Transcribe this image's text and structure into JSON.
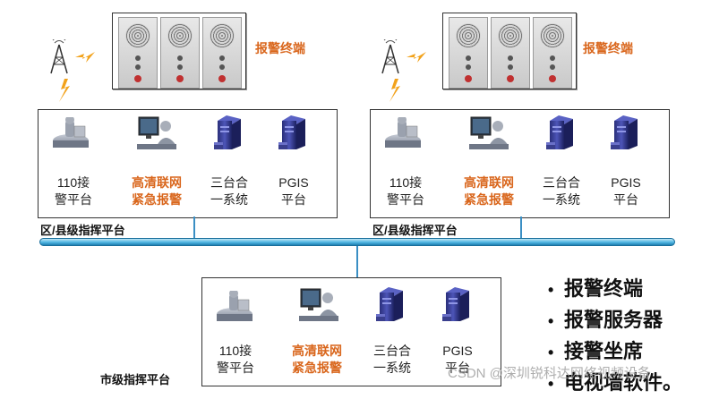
{
  "terminals": [
    {
      "label": "报警终端"
    },
    {
      "label": "报警终端"
    }
  ],
  "platforms": [
    {
      "title": "区/县级指挥平台",
      "items": [
        {
          "icon": "operator-desk-icon",
          "lines": [
            "110接",
            "警平台"
          ],
          "highlight": false
        },
        {
          "icon": "monitor-operator-icon",
          "lines": [
            "高清联网",
            "紧急报警"
          ],
          "highlight": true
        },
        {
          "icon": "server-tower-icon",
          "lines": [
            "三台合",
            "一系统"
          ],
          "highlight": false
        },
        {
          "icon": "server-tower-icon",
          "lines": [
            "PGIS",
            "平台"
          ],
          "highlight": false
        }
      ]
    },
    {
      "title": "区/县级指挥平台",
      "items": [
        {
          "icon": "operator-desk-icon",
          "lines": [
            "110接",
            "警平台"
          ],
          "highlight": false
        },
        {
          "icon": "monitor-operator-icon",
          "lines": [
            "高清联网",
            "紧急报警"
          ],
          "highlight": true
        },
        {
          "icon": "server-tower-icon",
          "lines": [
            "三台合",
            "一系统"
          ],
          "highlight": false
        },
        {
          "icon": "server-tower-icon",
          "lines": [
            "PGIS",
            "平台"
          ],
          "highlight": false
        }
      ]
    },
    {
      "title": "市级指挥平台",
      "items": [
        {
          "icon": "operator-desk-icon",
          "lines": [
            "110接",
            "警平台"
          ],
          "highlight": false
        },
        {
          "icon": "monitor-operator-icon",
          "lines": [
            "高清联网",
            "紧急报警"
          ],
          "highlight": true
        },
        {
          "icon": "server-tower-icon",
          "lines": [
            "三台合",
            "一系统"
          ],
          "highlight": false
        },
        {
          "icon": "server-tower-icon",
          "lines": [
            "PGIS",
            "平台"
          ],
          "highlight": false
        }
      ]
    }
  ],
  "bullets": [
    "报警终端",
    "报警服务器",
    "接警坐席",
    "电视墙软件。"
  ],
  "watermark": "CSDN @深圳锐科达网络视频设备",
  "colors": {
    "highlight": "#d9661c",
    "bus": "#4fb6e2",
    "line": "#3a8fc4",
    "lightning": "#f2a21b"
  }
}
